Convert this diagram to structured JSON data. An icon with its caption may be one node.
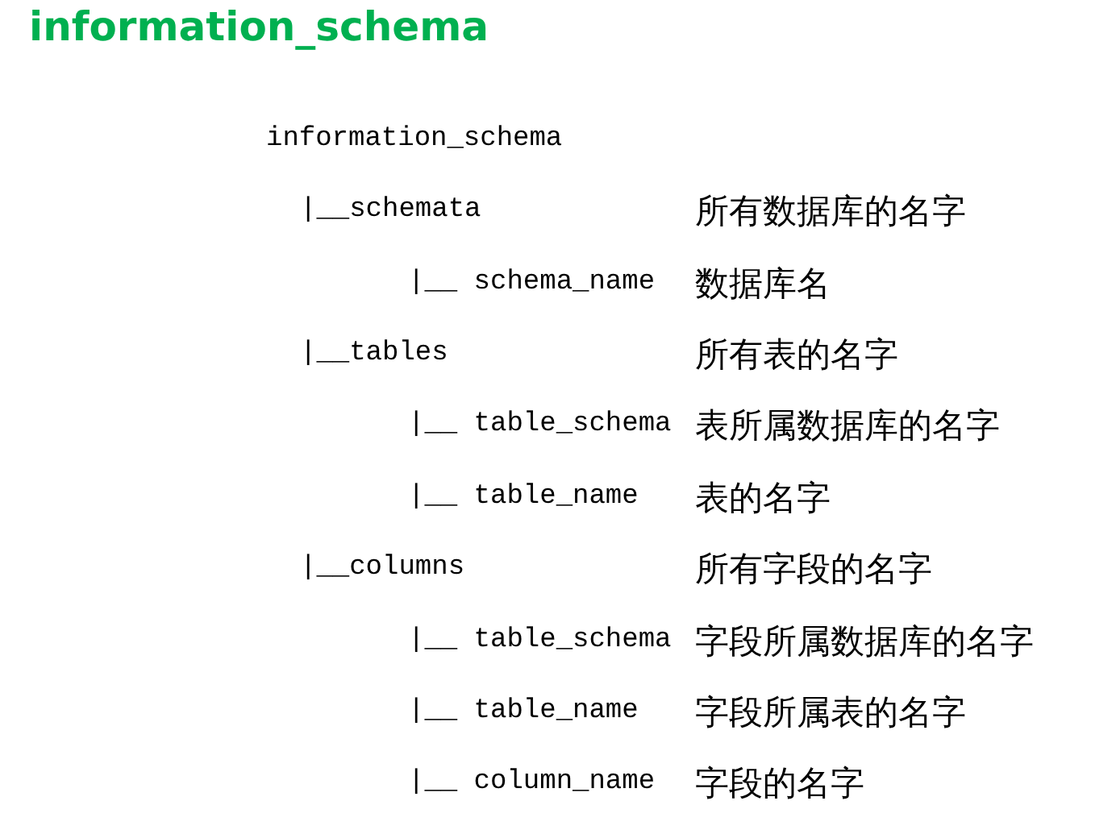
{
  "diagram": {
    "title": "information_schema",
    "labels": [
      "information_schema",
      "|__schemata",
      "所有数据库的名字",
      "|__ schema_name",
      "数据库名",
      "|__tables",
      "所有表的名字",
      "|__ table_schema",
      "表所属数据库的名字",
      "|__ table_name",
      "表的名字",
      "|__columns",
      "所有字段的名字",
      "|__ table_schema",
      "字段所属数据库的名字",
      "|__ table_name",
      "字段所属表的名字",
      "|__ column_name",
      "字段的名字"
    ]
  }
}
